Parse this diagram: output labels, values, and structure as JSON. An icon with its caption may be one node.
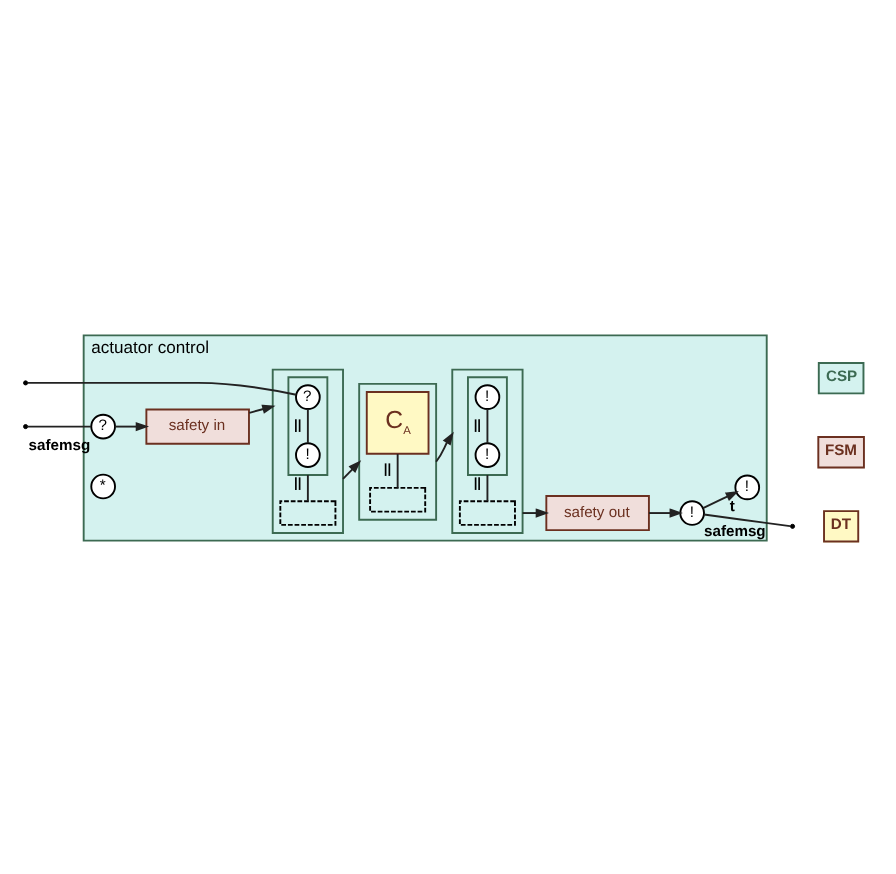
{
  "diagram": {
    "nodes": [
      {
        "text": [
          "actuator control"
        ]
      },
      {
        "text": [
          "?"
        ],
        "beside": [
          "safemsg"
        ],
        "in": 0
      },
      {
        "text": [
          "safety in"
        ],
        "in": 0
      },
      {
        "text": [],
        "shape": "box",
        "in": 0
      },
      {
        "text": [],
        "shape": "box",
        "in": 3
      },
      {
        "text": [
          "?"
        ],
        "in": 4
      },
      {
        "text": [
          "!"
        ],
        "in": 4
      },
      {
        "text": [],
        "shape": "box",
        "in": 3
      },
      {
        "text": [],
        "shape": "box",
        "in": 0
      },
      {
        "text": [
          "C$_{A}$"
        ],
        "in": 8
      },
      {
        "text": [],
        "shape": "box",
        "in": 8
      },
      {
        "text": [],
        "shape": "box",
        "in": 0
      },
      {
        "text": [],
        "shape": "box",
        "in": 11
      },
      {
        "text": [
          "!"
        ],
        "in": 12
      },
      {
        "text": [
          "!"
        ],
        "in": 12
      },
      {
        "text": [],
        "shape": "box",
        "in": 11
      },
      {
        "text": [
          "safety out"
        ],
        "in": 0
      },
      {
        "text": [
          "!"
        ],
        "beside": [
          "safemsg"
        ],
        "in": 0
      },
      {
        "text": [
          "!"
        ],
        "beside": [
          "t"
        ],
        "in": 0
      },
      {
        "text": [
          "*"
        ],
        "in": 0
      }
    ],
    "edges": [
      {
        "from": null,
        "to": 1,
        "arrow": "none"
      },
      {
        "from": 1,
        "to": 2,
        "arrow": "to"
      },
      {
        "from": 2,
        "to": 3,
        "arrow": "to"
      },
      {
        "from": null,
        "to": 5,
        "arrow": "none"
      },
      {
        "from": 5,
        "to": 6,
        "arrow": "none",
        "label": "||"
      },
      {
        "from": 4,
        "to": 7,
        "arrow": "none",
        "label": "||"
      },
      {
        "from": 9,
        "to": 10,
        "arrow": "none",
        "label": "||"
      },
      {
        "from": 13,
        "to": 14,
        "arrow": "none",
        "label": "||"
      },
      {
        "from": 12,
        "to": 15,
        "arrow": "none",
        "label": "||"
      },
      {
        "from": 3,
        "to": 8,
        "arrow": "to"
      },
      {
        "from": 8,
        "to": 11,
        "arrow": "to"
      },
      {
        "from": 11,
        "to": 16,
        "arrow": "to"
      },
      {
        "from": 16,
        "to": 17,
        "arrow": "to"
      },
      {
        "from": 17,
        "to": 18,
        "arrow": "to"
      },
      {
        "from": 17,
        "to": null,
        "arrow": "none"
      }
    ],
    "legend": [
      {
        "text": "CSP",
        "color": "#d4f2ef"
      },
      {
        "text": "FSM",
        "color": "#f0dedb"
      },
      {
        "text": "DT",
        "color": "#fff9c4"
      }
    ]
  }
}
